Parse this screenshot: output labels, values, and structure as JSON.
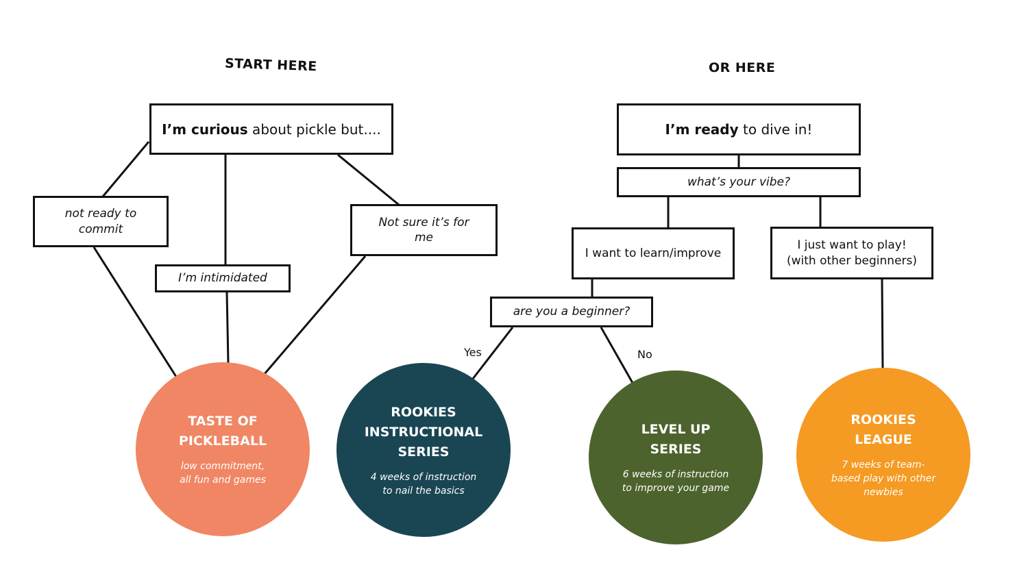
{
  "headings": {
    "start": "START HERE",
    "or": "OR HERE"
  },
  "left": {
    "root": {
      "bold": "I’m curious",
      "rest": " about pickle but...."
    },
    "not_ready": "not ready to\ncommit",
    "intimidated": "I’m intimidated",
    "not_sure": "Not sure it’s for\nme"
  },
  "right": {
    "root": {
      "bold": "I’m ready",
      "rest": " to dive in!"
    },
    "vibe": "what’s your vibe?",
    "learn": "I want to learn/improve",
    "play": "I just want to play!\n(with other beginners)",
    "beginner": "are you a beginner?",
    "yes": "Yes",
    "no": "No"
  },
  "programs": [
    {
      "title": "TASTE OF\nPICKLEBALL",
      "desc": "low commitment,\nall fun and games",
      "color": "#F08664"
    },
    {
      "title": "ROOKIES\nINSTRUCTIONAL\nSERIES",
      "desc": "4 weeks of instruction\nto nail the basics",
      "color": "#1A4654"
    },
    {
      "title": "LEVEL UP\nSERIES",
      "desc": "6 weeks of instruction\nto improve your game",
      "color": "#4D632D"
    },
    {
      "title": "ROOKIES\nLEAGUE",
      "desc": "7 weeks of team-\nbased play with other\nnewbies",
      "color": "#F59A23"
    }
  ]
}
